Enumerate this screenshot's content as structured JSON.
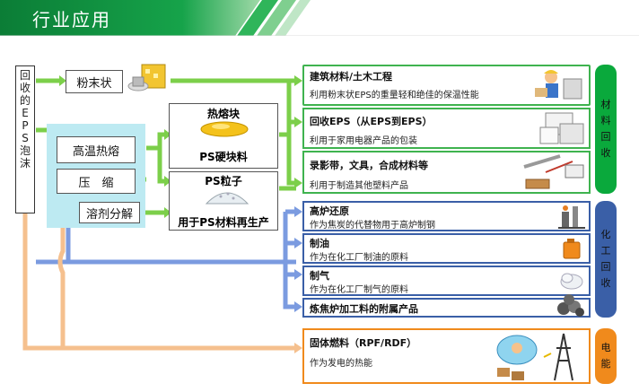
{
  "header": {
    "title": "行业应用"
  },
  "source": {
    "chars": [
      "回",
      "收",
      "的",
      "E",
      "P",
      "S",
      "泡",
      "沫"
    ]
  },
  "process": {
    "powder": "粉末状",
    "hot_melt": "高温热熔",
    "compress": "压　缩",
    "solvent": "溶剂分解",
    "melt_block": "热熔块",
    "ps_hard": "PS硬块料",
    "ps_granule": "PS粒子",
    "ps_regen": "用于PS材料再生产"
  },
  "categories": [
    {
      "chars": [
        "材",
        "料",
        "回",
        "收"
      ],
      "color": "#0aa93c"
    },
    {
      "chars": [
        "化",
        "工",
        "回",
        "收"
      ],
      "color": "#3a5fa7"
    },
    {
      "chars": [
        "电",
        "能"
      ],
      "color": "#f08a1c"
    }
  ],
  "rows": [
    {
      "title": "建筑材料/土木工程",
      "desc": "利用粉末状EPS的重量轻和绝佳的保温性能"
    },
    {
      "title": "回收EPS（从EPS到EPS）",
      "desc": "利用于家用电器产品的包装"
    },
    {
      "title": "录影带，文具，合成材料等",
      "desc": "利用于制造其他塑料产品"
    },
    {
      "title": "高炉还原",
      "desc": "作为焦炭的代替物用于高炉制钢"
    },
    {
      "title": "制油",
      "desc": "作为在化工厂制油的原料"
    },
    {
      "title": "制气",
      "desc": "作为在化工厂制气的原料"
    },
    {
      "title": "炼焦炉加工料的附属产品",
      "desc": ""
    },
    {
      "title": "固体燃料（RPF/RDF）",
      "desc": "作为发电的热能"
    }
  ],
  "colors": {
    "green": "#3fb34f",
    "arrow_green": "#7ccf4a",
    "blue": "#6c8fd4",
    "orange": "#f5c08e",
    "header_green": "#0a8a3a"
  },
  "icons": [
    "worker-icon",
    "appliance-box-icon",
    "stationery-icon",
    "blast-furnace-icon",
    "oil-can-icon",
    "gas-cloud-icon",
    "coke-pile-icon",
    "power-tower-icon"
  ]
}
